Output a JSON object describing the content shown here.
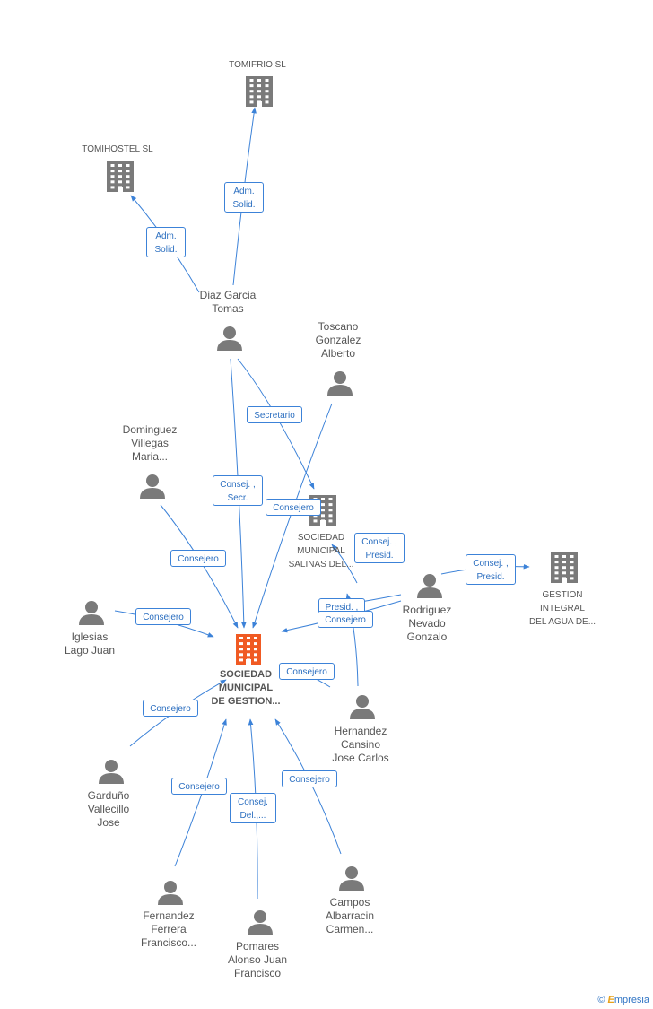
{
  "colors": {
    "edge": "#3c82d8",
    "node": "#7a7a7a",
    "center": "#f05a23"
  },
  "nodes": {
    "tomifrio": {
      "label": "TOMIFRIO SL",
      "type": "company"
    },
    "tomihostel": {
      "label": "TOMIHOSTEL SL",
      "type": "company"
    },
    "diaz": {
      "label": "Diaz Garcia\nTomas",
      "type": "person"
    },
    "toscano": {
      "label": "Toscano\nGonzalez\nAlberto",
      "type": "person"
    },
    "dominguez": {
      "label": "Dominguez\nVillegas\nMaria...",
      "type": "person"
    },
    "salinas": {
      "label": "SOCIEDAD\nMUNICIPAL\nSALINAS DEL...",
      "type": "company"
    },
    "gestion_agua": {
      "label": "GESTION\nINTEGRAL\nDEL AGUA DE...",
      "type": "company"
    },
    "rodriguez": {
      "label": "Rodriguez\nNevado\nGonzalo",
      "type": "person"
    },
    "iglesias": {
      "label": "Iglesias\nLago Juan",
      "type": "person"
    },
    "center": {
      "label": "SOCIEDAD\nMUNICIPAL\nDE GESTION...",
      "type": "center"
    },
    "hernandez": {
      "label": "Hernandez\nCansino\nJose Carlos",
      "type": "person"
    },
    "garduno": {
      "label": "Garduño\nVallecillo\nJose",
      "type": "person"
    },
    "fernandez": {
      "label": "Fernandez\nFerrera\nFrancisco...",
      "type": "person"
    },
    "pomares": {
      "label": "Pomares\nAlonso Juan\nFrancisco",
      "type": "person"
    },
    "campos": {
      "label": "Campos\nAlbarracin\nCarmen...",
      "type": "person"
    }
  },
  "edges": {
    "e1": "Adm.\nSolid.",
    "e2": "Adm.\nSolid.",
    "e3": "Secretario",
    "e4": "Consej. ,\nSecr.",
    "e5": "Consejero",
    "e6": "Consejero",
    "e7": "Consej. ,\nPresid.",
    "e8": "Consej. ,\nPresid.",
    "e9": "Presid. ,",
    "e10": "Consejero",
    "e11": "Consejero",
    "e12": "Consejero",
    "e13": "Consejero",
    "e14": "Consejero",
    "e15": "Consej.\nDel.,...",
    "e16": "Consejero"
  },
  "footer": {
    "copyright": "©",
    "brand_first": "E",
    "brand_rest": "mpresia"
  }
}
